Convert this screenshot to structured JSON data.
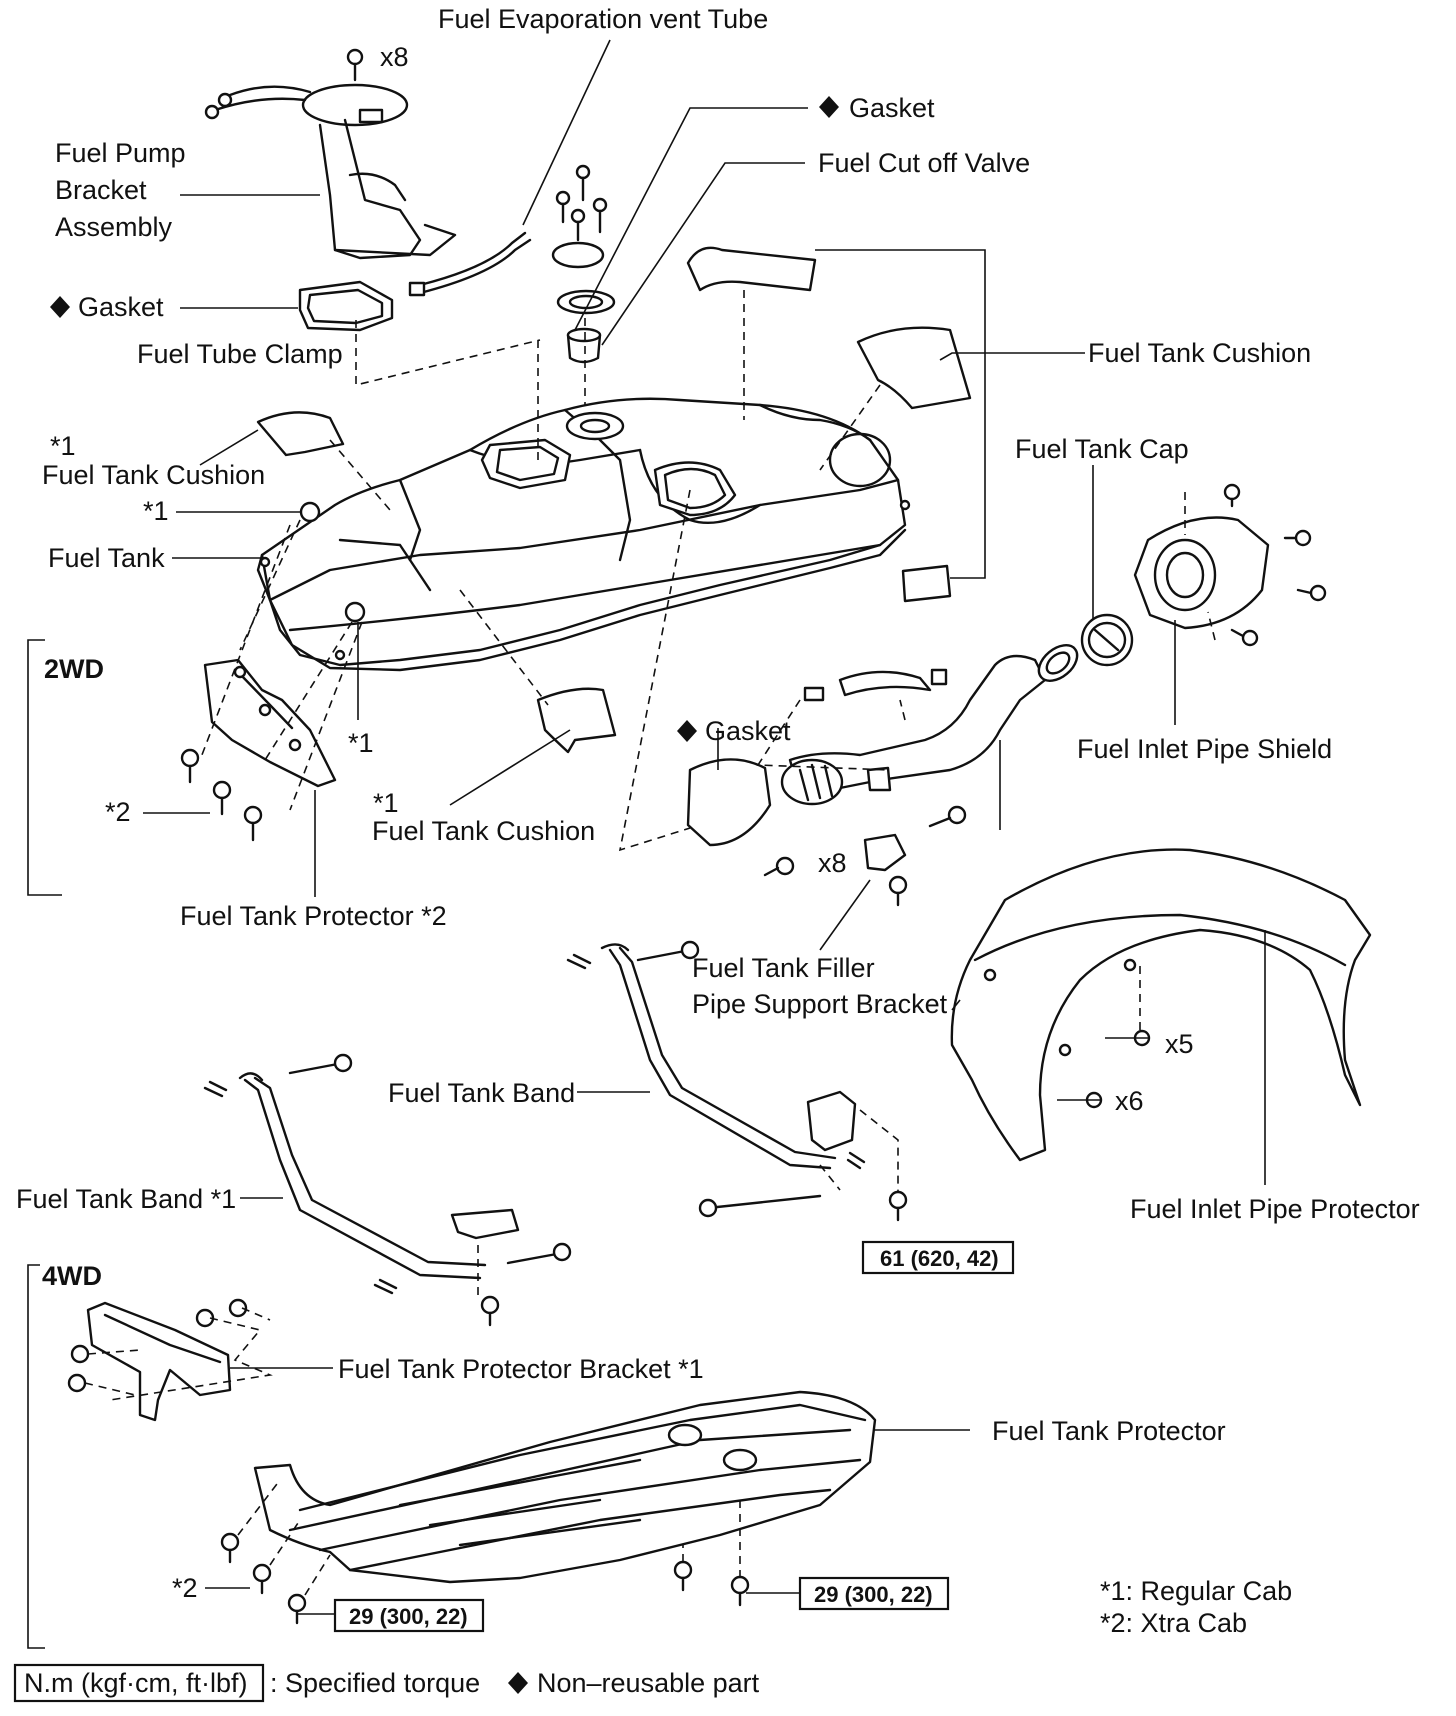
{
  "labels": {
    "vent_tube": "Fuel Evaporation vent Tube",
    "screw_x8_top": "x8",
    "pump_l1": "Fuel Pump",
    "pump_l2": "Bracket",
    "pump_l3": "Assembly",
    "gasket_top": "Gasket",
    "cutoff_valve": "Fuel Cut off Valve",
    "gasket_left": "Gasket",
    "tube_clamp": "Fuel Tube Clamp",
    "cushion_right": "Fuel Tank Cushion",
    "cushion_left_note": "*1",
    "cushion_left": "Fuel Tank Cushion",
    "star1_a": "*1",
    "fuel_tank": "Fuel Tank",
    "wd2": "2WD",
    "tank_cap": "Fuel Tank Cap",
    "inlet_shield": "Fuel Inlet Pipe Shield",
    "gasket_mid": "Gasket",
    "star1_b": "*1",
    "star2_a": "*2",
    "cushion_bottom_note": "*1",
    "cushion_bottom": "Fuel Tank Cushion",
    "x8_mid": "x8",
    "protector2": "Fuel Tank Protector *2",
    "filler_l1": "Fuel Tank Filler",
    "filler_l2": "Pipe Support Bracket",
    "x5": "x5",
    "x6": "x6",
    "band": "Fuel Tank Band",
    "band1": "Fuel Tank Band *1",
    "inlet_protector": "Fuel Inlet Pipe Protector",
    "wd4": "4WD",
    "protector_bracket": "Fuel Tank Protector Bracket *1",
    "protector": "Fuel Tank Protector",
    "star2_b": "*2",
    "note1": "*1: Regular Cab",
    "note2": "*2: Xtra Cab"
  },
  "torque": {
    "band": "61 (620, 42)",
    "protector_left": "29 (300, 22)",
    "protector_right": "29 (300, 22)"
  },
  "legend": {
    "unit_box": "N.m (kgf·cm, ft·lbf)",
    "specified": ": Specified torque",
    "nonreusable": "Non–reusable part"
  },
  "icons": {
    "non_reusable_marker": "diamond-icon"
  }
}
